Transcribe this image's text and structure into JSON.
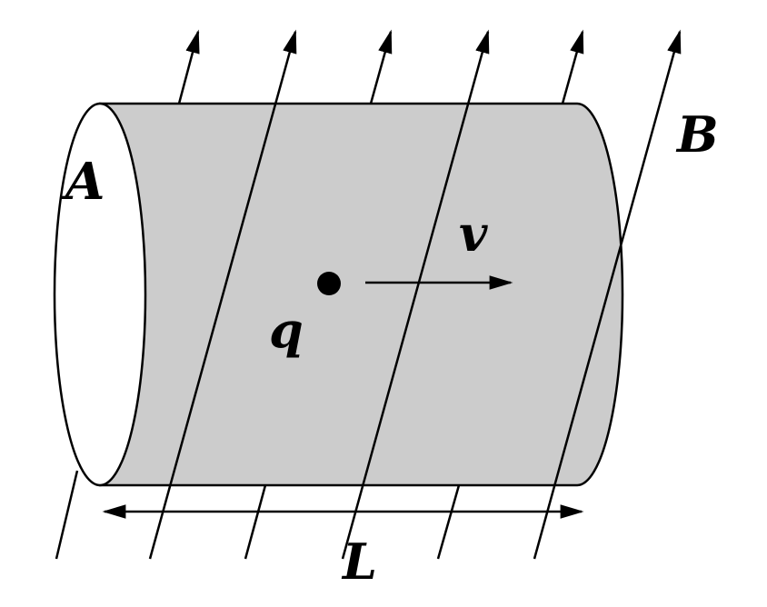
{
  "labels": {
    "area": "A",
    "field": "B",
    "velocity": "v",
    "charge": "q",
    "length": "L"
  },
  "colors": {
    "cylinder_fill": "#cccccc",
    "end_cap_fill": "#ffffff",
    "stroke": "#000000"
  },
  "icons": {
    "field_line": "arrow-line",
    "charge": "filled-dot",
    "velocity": "right-arrow",
    "length": "double-headed-arrow"
  }
}
